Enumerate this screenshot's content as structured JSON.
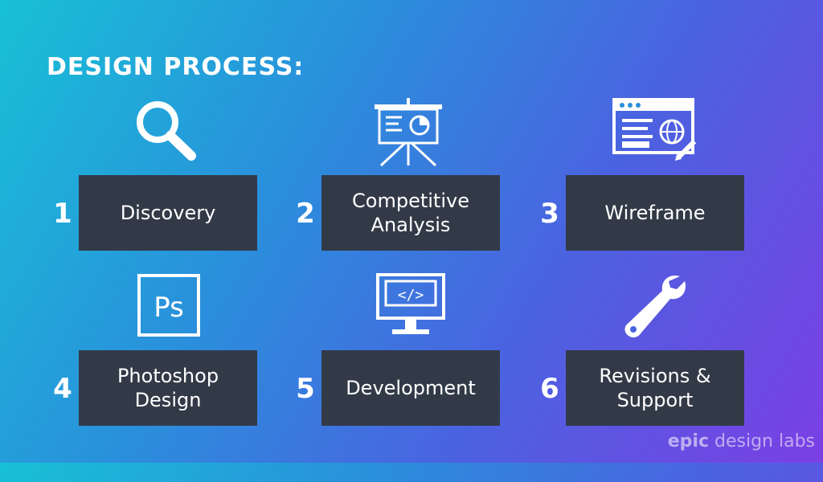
{
  "title": "DESIGN PROCESS:",
  "steps": [
    {
      "number": "1",
      "label": "Discovery",
      "icon": "magnifying-glass-icon"
    },
    {
      "number": "2",
      "label": "Competitive\nAnalysis",
      "icon": "presentation-board-icon"
    },
    {
      "number": "3",
      "label": "Wireframe",
      "icon": "browser-window-icon"
    },
    {
      "number": "4",
      "label": "Photoshop\nDesign",
      "icon": "photoshop-icon"
    },
    {
      "number": "5",
      "label": "Development",
      "icon": "monitor-code-icon"
    },
    {
      "number": "6",
      "label": "Revisions &\nSupport",
      "icon": "wrench-icon"
    }
  ],
  "photoshop_icon_text": "Ps",
  "code_icon_text": "</>",
  "brand": {
    "bold": "epic",
    "rest": " design labs"
  }
}
